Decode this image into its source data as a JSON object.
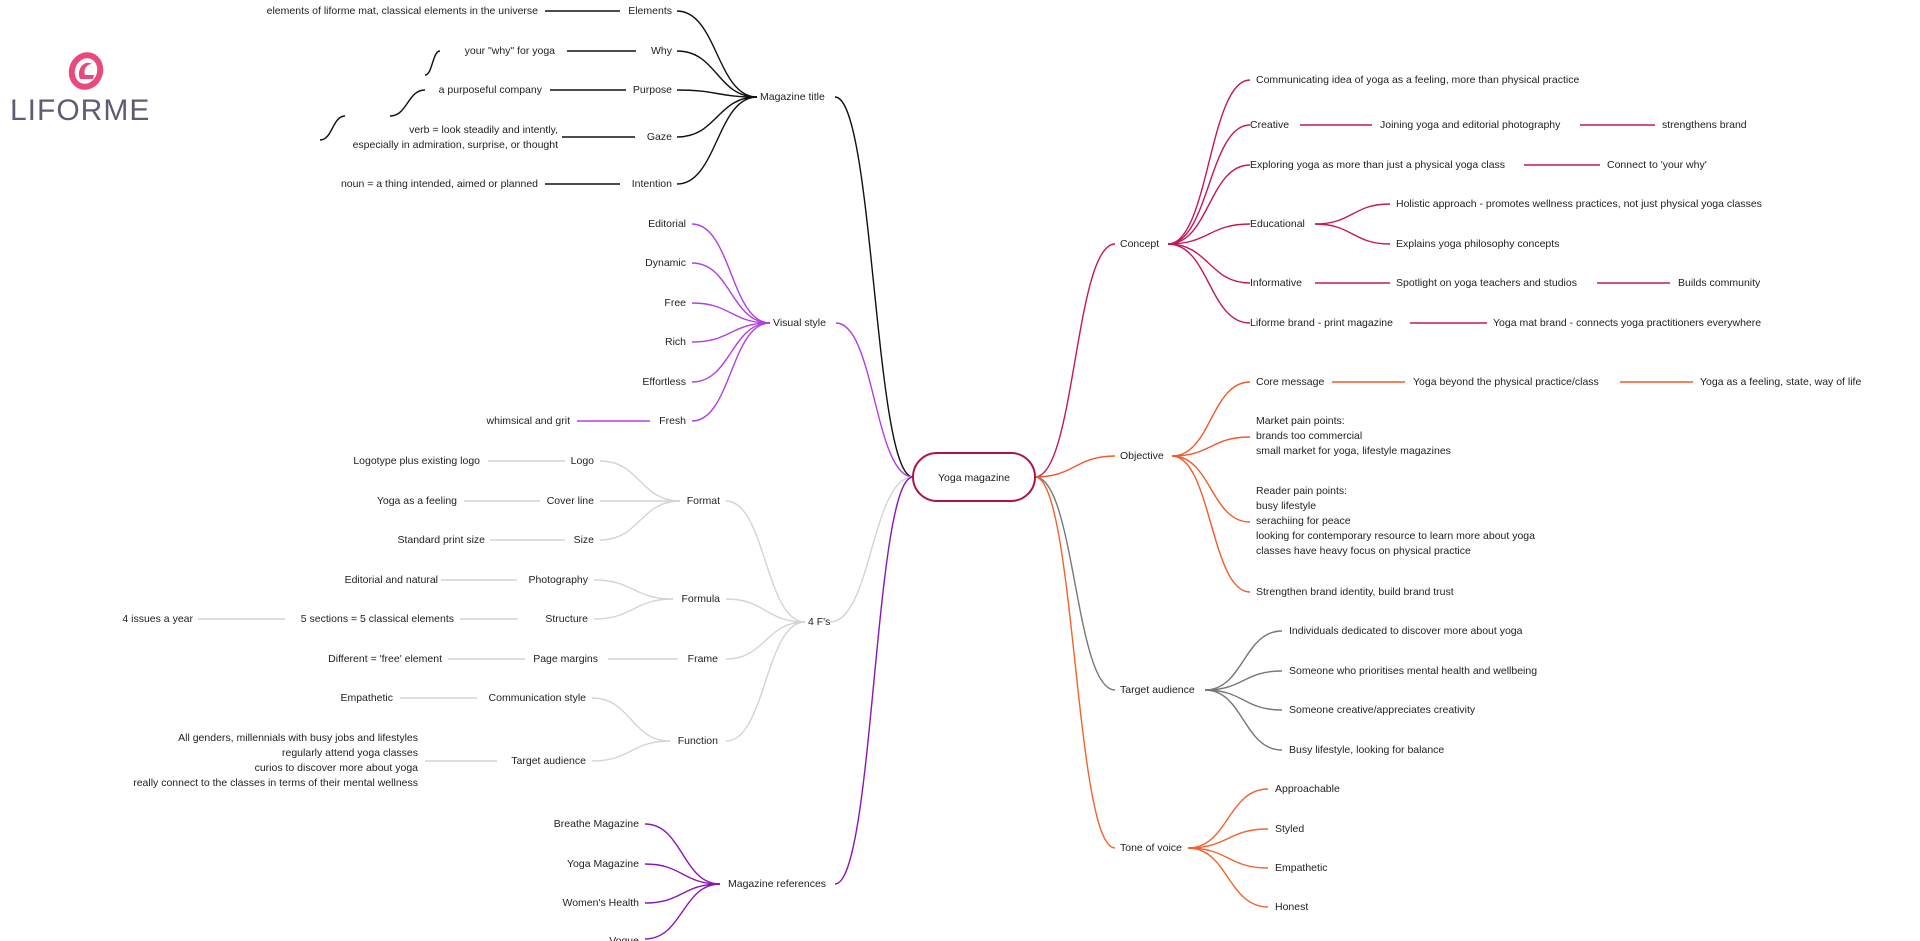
{
  "brand": {
    "logo_text": "LIFORME",
    "mark_color": "#e84a7c"
  },
  "colors": {
    "root_border": "#b0124f",
    "title": "#111111",
    "visual": "#b53ee0",
    "fourf": "#d4d4d4",
    "refs": "#8a17b5",
    "concept": "#c2185b",
    "objective": "#ef5b2a",
    "audience": "#777777",
    "tone": "#f0642f"
  },
  "root": "Yoga magazine",
  "branches": {
    "magazine_title": {
      "label": "Magazine title",
      "children": {
        "elements": {
          "label": "Elements",
          "note": "elements of liforme mat, classical elements in the universe"
        },
        "why": {
          "label": "Why",
          "note": "your \"why\" for yoga"
        },
        "purpose": {
          "label": "Purpose",
          "note": "a purposeful company"
        },
        "gaze": {
          "label": "Gaze",
          "note_1": "verb = look steadily and intently,",
          "note_2": "especially in admiration, surprise, or thought"
        },
        "intention": {
          "label": "Intention",
          "note": "noun = a thing intended, aimed or planned"
        }
      }
    },
    "visual_style": {
      "label": "Visual style",
      "items": [
        "Editorial",
        "Dynamic",
        "Free",
        "Rich",
        "Effortless",
        "Fresh"
      ],
      "fresh_note": "whimsical and grit"
    },
    "four_fs": {
      "label": "4 F's",
      "format": {
        "label": "Format",
        "logo": "Logo",
        "logo_note": "Logotype plus existing logo",
        "cover": "Cover line",
        "cover_note": "Yoga as a feeling",
        "size": "Size",
        "size_note": "Standard print size"
      },
      "formula": {
        "label": "Formula",
        "photo": "Photography",
        "photo_note": "Editorial and natural",
        "structure": "Structure",
        "structure_note": "5 sections = 5 classical elements",
        "structure_note2": "4 issues a year"
      },
      "frame": {
        "label": "Frame",
        "margins": "Page margins",
        "margins_note": "Different = 'free' element"
      },
      "function": {
        "label": "Function",
        "comm": "Communication style",
        "comm_note": "Empathetic",
        "audience": "Target audience",
        "audience_lines": [
          "All genders, millennials with busy jobs and lifestyles",
          "regularly attend yoga classes",
          "curios to discover more about yoga",
          "really connect to the classes in terms of their mental wellness"
        ]
      }
    },
    "references": {
      "label": "Magazine references",
      "items": [
        "Breathe Magazine",
        "Yoga Magazine",
        "Women's Health",
        "Vogue"
      ]
    },
    "concept": {
      "label": "Concept",
      "communicating": "Communicating idea of yoga as a feeling, more than physical practice",
      "creative": "Creative",
      "creative_1": "Joining yoga and editorial photography",
      "creative_2": "strengthens brand",
      "exploring": "Exploring yoga as more than just a physical yoga class",
      "exploring_1": "Connect to 'your why'",
      "educational": "Educational",
      "educational_1": "Holistic approach - promotes wellness practices, not just physical yoga classes",
      "educational_2": "Explains yoga philosophy concepts",
      "informative": "Informative",
      "informative_1": "Spotlight on yoga teachers and studios",
      "informative_2": "Builds community",
      "liforme": "Liforme brand - print magazine",
      "liforme_1": "Yoga mat brand - connects yoga practitioners everywhere"
    },
    "objective": {
      "label": "Objective",
      "core": "Core message",
      "core_1": "Yoga beyond the physical practice/class",
      "core_2": "Yoga as a feeling, state, way of life",
      "market_lines": [
        "Market pain points:",
        "brands too commercial",
        "small market for yoga, lifestyle magazines"
      ],
      "reader_lines": [
        "Reader pain points:",
        "busy lifestyle",
        "serachiing for peace",
        "looking for contemporary resource to learn more about yoga",
        "classes have heavy focus on physical practice"
      ],
      "strengthen": "Strengthen brand identity, build brand trust"
    },
    "target_audience": {
      "label": "Target audience",
      "items": [
        "Individuals dedicated to discover more about yoga",
        "Someone who prioritises mental health and wellbeing",
        "Someone creative/appreciates creativity",
        "Busy lifestyle, looking for balance"
      ]
    },
    "tone_of_voice": {
      "label": "Tone of voice",
      "items": [
        "Approachable",
        "Styled",
        "Empathetic",
        "Honest"
      ]
    }
  }
}
